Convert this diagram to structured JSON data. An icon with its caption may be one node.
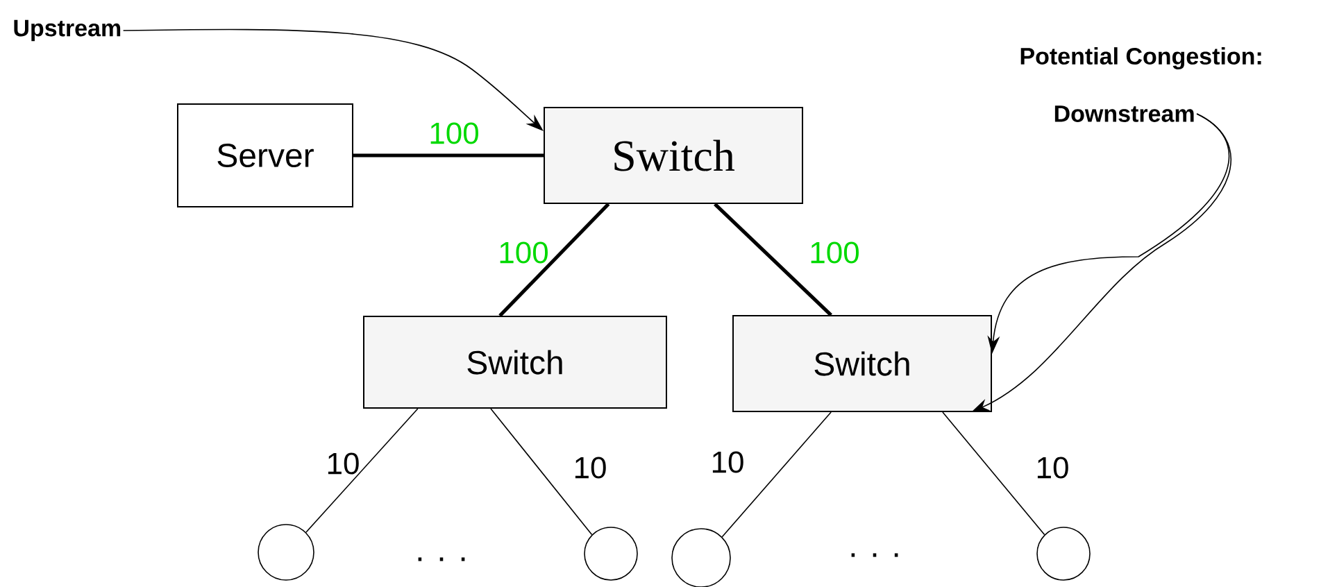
{
  "diagram": {
    "nodes": [
      {
        "text": [
          "Upstream"
        ]
      },
      {
        "text": [
          "Server"
        ]
      },
      {
        "text": [
          "Switch"
        ]
      },
      {
        "text": [
          "Switch"
        ]
      },
      {
        "text": [
          "Switch"
        ]
      },
      {
        "text": [],
        "shape": "circle"
      },
      {
        "text": [],
        "shape": "circle"
      },
      {
        "text": [],
        "shape": "circle"
      },
      {
        "text": [],
        "shape": "circle"
      },
      {
        "text": [
          "Downstream"
        ]
      }
    ],
    "edges": [
      {
        "from": 0,
        "to": 2,
        "arrow": "to"
      },
      {
        "from": 1,
        "to": 2,
        "arrow": "none",
        "label": "100",
        "style": "thick"
      },
      {
        "from": 2,
        "to": 3,
        "arrow": "none",
        "label": "100",
        "style": "thick"
      },
      {
        "from": 2,
        "to": 4,
        "arrow": "none",
        "label": "100",
        "style": "thick"
      },
      {
        "from": 3,
        "to": 5,
        "arrow": "none",
        "label": "10"
      },
      {
        "from": 3,
        "to": 6,
        "arrow": "none",
        "label": "10"
      },
      {
        "from": 4,
        "to": 7,
        "arrow": "none",
        "label": "10"
      },
      {
        "from": 4,
        "to": 8,
        "arrow": "none",
        "label": "10"
      },
      {
        "from": 9,
        "to": 4,
        "arrow": "to"
      },
      {
        "from": 9,
        "to": 4,
        "arrow": "to"
      }
    ],
    "labels": [
      "Potential Congestion:",
      ". . .",
      ". . ."
    ]
  }
}
